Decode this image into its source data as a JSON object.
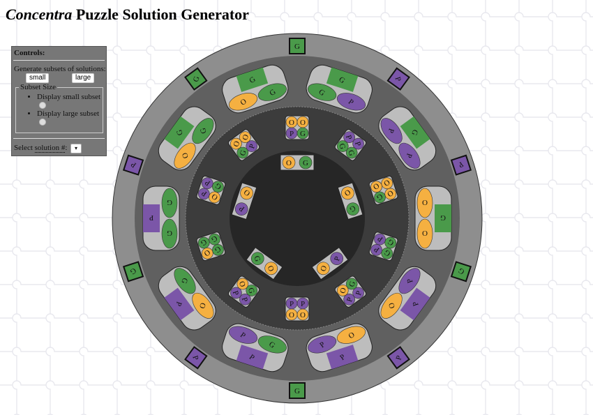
{
  "title": {
    "italic": "Concentra",
    "rest": " Puzzle Solution Generator"
  },
  "controls": {
    "header": "Controls:",
    "generate_label": "Generate subsets of solutions:",
    "small_button": "small",
    "large_button": "large",
    "subset_legend": "Subset Size",
    "option_small": "Display small subset",
    "option_large": "Display large subset",
    "select_label_pre": "Select ",
    "select_label_u": "solution #",
    "select_label_post": ":",
    "select_value": ""
  },
  "colors": {
    "green": "#4a9a4a",
    "purple": "#7b56a8",
    "orange": "#f5b041",
    "tile": "#bdbdbd",
    "ring1": "#8e8e8e",
    "ring2": "#606060",
    "ring3": "#3c3c3c",
    "center": "#262626"
  },
  "puzzle": {
    "outer_markers": [
      "G",
      "P",
      "P",
      "G",
      "P",
      "G",
      "P",
      "G",
      "P",
      "G"
    ],
    "ring1": [
      {
        "bar": "G",
        "a": "G",
        "b": "P"
      },
      {
        "bar": "G",
        "a": "P",
        "b": "P"
      },
      {
        "bar": "G",
        "a": "O",
        "b": "O"
      },
      {
        "bar": "P",
        "a": "P",
        "b": "O"
      },
      {
        "bar": "P",
        "a": "O",
        "b": "P"
      },
      {
        "bar": "P",
        "a": "G",
        "b": "P"
      },
      {
        "bar": "P",
        "a": "O",
        "b": "G"
      },
      {
        "bar": "P",
        "a": "G",
        "b": "G"
      },
      {
        "bar": "G",
        "a": "O",
        "b": "G"
      },
      {
        "bar": "G",
        "a": "O",
        "b": "G"
      }
    ],
    "ring2": [
      [
        "O",
        "O",
        "P",
        "G"
      ],
      [
        "P",
        "P",
        "G",
        "G"
      ],
      [
        "O",
        "O",
        "O",
        "G"
      ],
      [
        "G",
        "G",
        "P",
        "P"
      ],
      [
        "P",
        "P",
        "G",
        "O"
      ],
      [
        "O",
        "O",
        "P",
        "P"
      ],
      [
        "P",
        "P",
        "G",
        "O"
      ],
      [
        "O",
        "G",
        "G",
        "G"
      ],
      [
        "P",
        "P",
        "O",
        "G"
      ],
      [
        "O",
        "O",
        "G",
        "P"
      ]
    ],
    "ring3": [
      [
        "G",
        "O"
      ],
      [
        "G",
        "O"
      ],
      [
        "O",
        "P"
      ],
      [
        "G",
        "O"
      ],
      [
        "O",
        "P"
      ]
    ]
  }
}
